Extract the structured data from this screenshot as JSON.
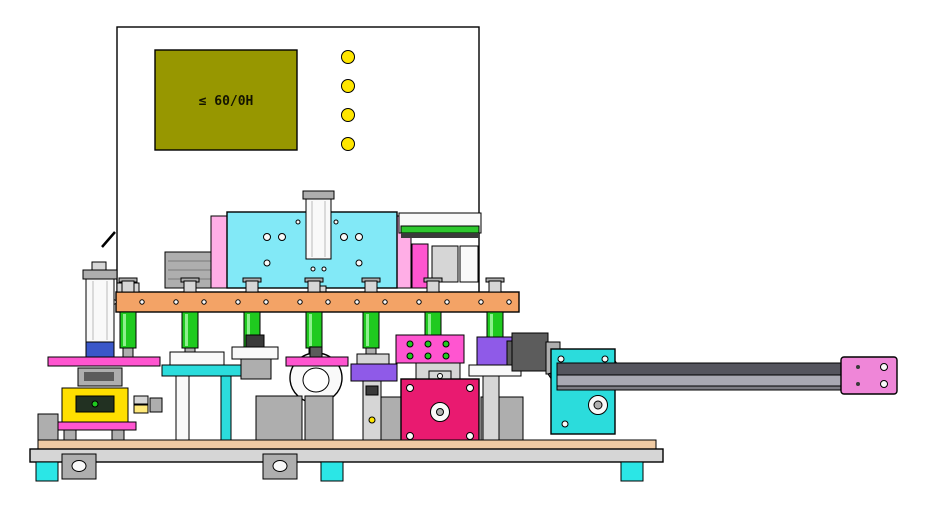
{
  "scene": {
    "type": "cad-machine-side-view",
    "background": "#ffffff"
  },
  "hmi": {
    "screen_text": "≤ 60/0H",
    "indicator_lights": 4
  },
  "machine": {
    "press_stations": 7,
    "cyan_feet": 3,
    "slotted_feet": 2,
    "has_transfer_arm": true
  },
  "palette": {
    "screen_olive": "#979700",
    "indicator_yellow": "#ffe600",
    "base_tan": "#f0cba4",
    "metal_light": "#d6d6d6",
    "metal_mid": "#aeaeae",
    "metal_dark": "#5c5c5c",
    "foot_cyan": "#2be6e6",
    "rail_salmon": "#f3a366",
    "press_cyan": "#82e9f7",
    "side_pink": "#ffaee6",
    "cylinder_green": "#1fca1f",
    "plate_magenta": "#ff55d0",
    "die_crimson": "#e91a70",
    "fixture_violet": "#8f5ae8",
    "table_cyan": "#2bdcdc",
    "arm_dark": "#55555e",
    "arm_light": "#a9a9b3",
    "end_pink": "#ef86d8",
    "block_yellow": "#ffdf00",
    "label_blue": "#3a57c9",
    "stripe_green": "#2ec82e"
  }
}
